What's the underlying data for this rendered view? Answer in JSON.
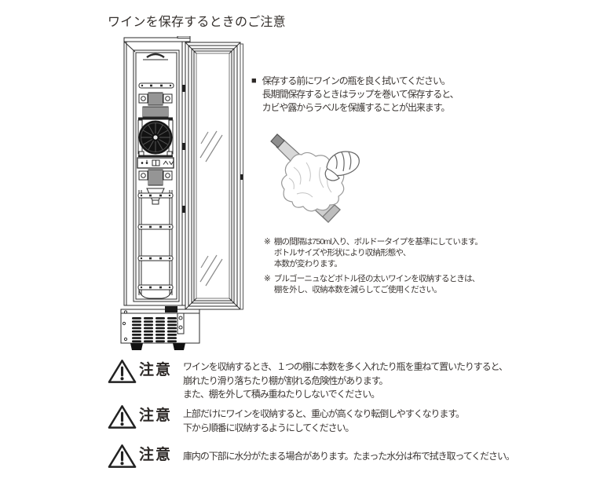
{
  "page": {
    "title": "ワインを保存するときのご注意",
    "background": "#ffffff",
    "text_color": "#3b3633",
    "line_color": "#2b2b2b"
  },
  "intro": {
    "marker": "■",
    "lines": [
      "保存する前にワインの瓶を良く拭いてください。",
      "長期間保存するときはラップを巻いて保存すると、",
      "カビや露からラベルを保護することが出来ます。"
    ]
  },
  "notes": [
    {
      "marker": "※",
      "lines": [
        "棚の間隔は750ml入り、ボルドータイプを基準にしています。",
        "ボトルサイズや形状により収納形態や、",
        "本数が変わります。"
      ]
    },
    {
      "marker": "※",
      "lines": [
        "ブルゴーニュなどボトル径の太いワインを収納するときは、",
        "棚を外し、収納本数を減らしてご使用ください。"
      ]
    }
  ],
  "cautions": [
    {
      "label": "注意",
      "lines": [
        "ワインを収納するとき、１つの棚に本数を多く入れたり瓶を重ねて置いたりすると、",
        "崩れたり滑り落ちたり棚が割れる危険性があります。",
        "また、棚を外して積み重ねたりしないでください。"
      ]
    },
    {
      "label": "注意",
      "lines": [
        "上部だけにワインを収納すると、重心が高くなり転倒しやすくなります。",
        "下から順番に収納するようにしてください。"
      ]
    },
    {
      "label": "注意",
      "lines": [
        "庫内の下部に水分がたまる場合があります。たまった水分は布で拭き取ってください。"
      ]
    }
  ],
  "illustrations": {
    "cellar": "wine-cellar-front-open-glass-door",
    "wipe": "hand-wiping-wine-bottle-with-cloth",
    "caution_icon": "warning-triangle-exclamation"
  }
}
